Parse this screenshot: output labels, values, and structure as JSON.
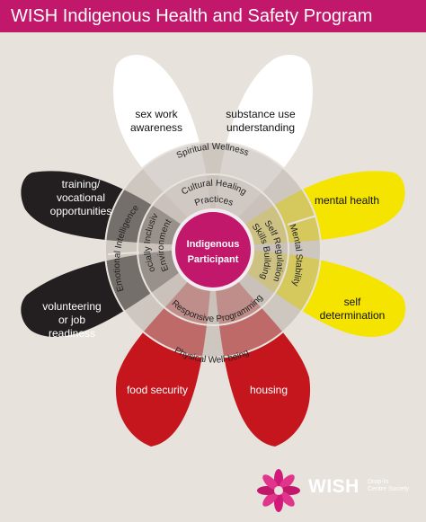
{
  "header": {
    "title": "WISH Indigenous Health and Safety Program"
  },
  "center": {
    "line1": "Indigenous",
    "line2": "Participant"
  },
  "petals": [
    {
      "id": "sex-work",
      "lines": [
        "sex work",
        "awareness"
      ],
      "color": "#ffffff"
    },
    {
      "id": "substance-use",
      "lines": [
        "substance use",
        "understanding"
      ],
      "color": "#ffffff"
    },
    {
      "id": "mental-health",
      "lines": [
        "mental health"
      ],
      "color": "#f5e400"
    },
    {
      "id": "self-determination",
      "lines": [
        "self",
        "determination"
      ],
      "color": "#f5e400"
    },
    {
      "id": "housing",
      "lines": [
        "housing"
      ],
      "color": "#c4161c"
    },
    {
      "id": "food-security",
      "lines": [
        "food security"
      ],
      "color": "#c4161c"
    },
    {
      "id": "volunteering",
      "lines": [
        "volunteering",
        "or job",
        "readiness"
      ],
      "color": "#231f20"
    },
    {
      "id": "training",
      "lines": [
        "training/",
        "vocational",
        "opportunities"
      ],
      "color": "#231f20"
    }
  ],
  "outer_ring": {
    "spiritual": "Spiritual Wellness",
    "mental": "Mental Stability",
    "physical": "Physical Well-being",
    "emotional": "Emotional Intelligence"
  },
  "inner_ring": {
    "cultural_1": "Cultural Healing",
    "cultural_2": "Practices",
    "self_reg_1": "Self Regulation",
    "self_reg_2": "Skills Building",
    "responsive": "Responsive Programming",
    "social_1": "Socially Inclusive",
    "social_2": "Environment"
  },
  "logo": {
    "name": "WISH",
    "sub_line1": "Drop-In",
    "sub_line2": "Centre Society"
  },
  "colors": {
    "accent": "#c2186b",
    "white": "#ffffff",
    "yellow": "#f5e400",
    "red": "#c4161c",
    "black": "#231f20"
  }
}
